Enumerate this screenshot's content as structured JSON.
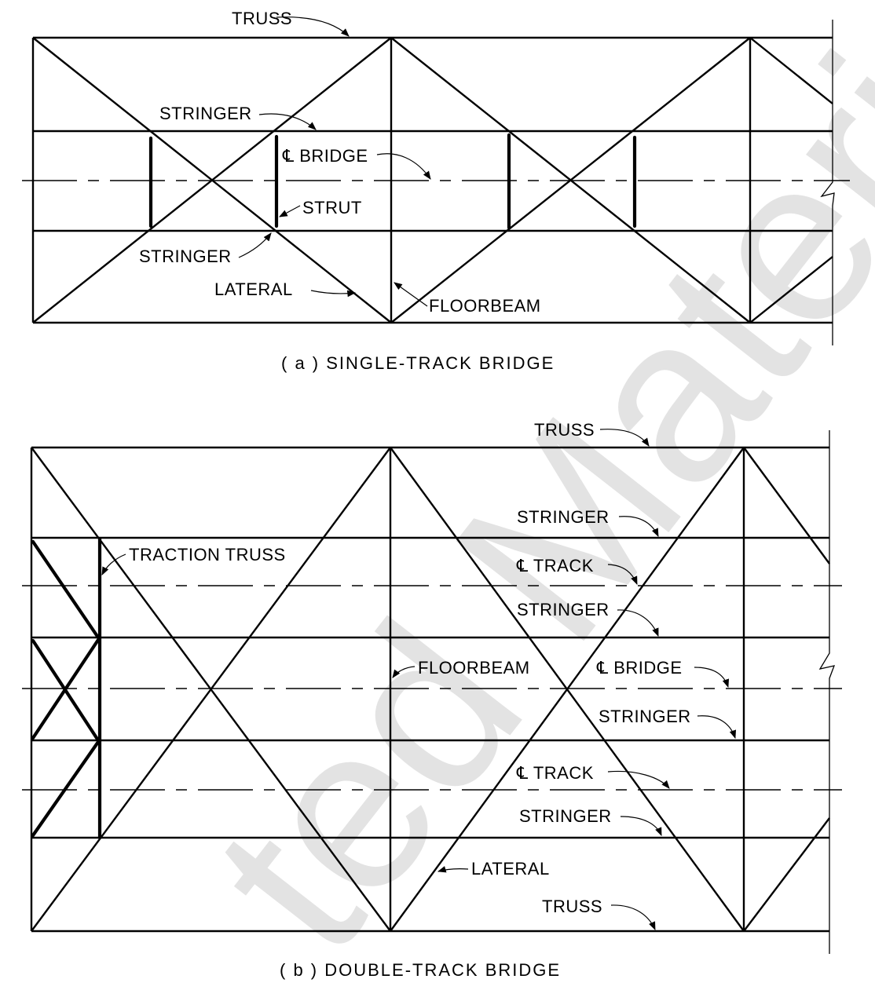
{
  "watermark": {
    "text": "ted Material",
    "color": "#d9d9d9"
  },
  "figure_a": {
    "caption": "( a ) SINGLE-TRACK BRIDGE",
    "labels": {
      "truss": "TRUSS",
      "stringer_top": "STRINGER",
      "cl_bridge": "℄ BRIDGE",
      "strut": "STRUT",
      "stringer_bottom": "STRINGER",
      "lateral": "LATERAL",
      "floorbeam": "FLOORBEAM"
    }
  },
  "figure_b": {
    "caption": "( b ) DOUBLE-TRACK BRIDGE",
    "labels": {
      "truss_top": "TRUSS",
      "stringer_1": "STRINGER",
      "traction_truss": "TRACTION TRUSS",
      "cl_track_1": "℄ TRACK",
      "stringer_2": "STRINGER",
      "floorbeam": "FLOORBEAM",
      "cl_bridge": "℄ BRIDGE",
      "stringer_3": "STRINGER",
      "cl_track_2": "℄ TRACK",
      "stringer_4": "STRINGER",
      "lateral": "LATERAL",
      "truss_bottom": "TRUSS"
    }
  }
}
